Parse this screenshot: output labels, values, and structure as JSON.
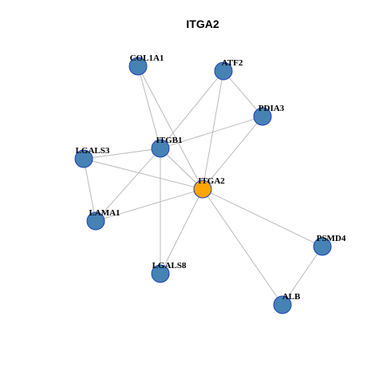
{
  "title": "ITGA2",
  "colors": {
    "background": "#ffffff",
    "node_default": "#4682b4",
    "node_highlight": "#ffa500",
    "node_border": "#1f3fb8",
    "edge": "#b3b3b3"
  },
  "network": {
    "nodes": [
      {
        "id": "COL1A1",
        "label": "COL1A1",
        "highlight": false
      },
      {
        "id": "ATF2",
        "label": "ATF2",
        "highlight": false
      },
      {
        "id": "PDIA3",
        "label": "PDIA3",
        "highlight": false
      },
      {
        "id": "ITGB1",
        "label": "ITGB1",
        "highlight": false
      },
      {
        "id": "LGALS3",
        "label": "LGALS3",
        "highlight": false
      },
      {
        "id": "ITGA2",
        "label": "ITGA2",
        "highlight": true
      },
      {
        "id": "LAMA1",
        "label": "LAMA1",
        "highlight": false
      },
      {
        "id": "PSMD4",
        "label": "PSMD4",
        "highlight": false
      },
      {
        "id": "LGALS8",
        "label": "LGALS8",
        "highlight": false
      },
      {
        "id": "ALB",
        "label": "ALB",
        "highlight": false
      }
    ],
    "edges": [
      [
        "COL1A1",
        "ITGB1"
      ],
      [
        "COL1A1",
        "ITGA2"
      ],
      [
        "ATF2",
        "ITGB1"
      ],
      [
        "ATF2",
        "ITGA2"
      ],
      [
        "ATF2",
        "PDIA3"
      ],
      [
        "PDIA3",
        "ITGB1"
      ],
      [
        "PDIA3",
        "ITGA2"
      ],
      [
        "LGALS3",
        "ITGB1"
      ],
      [
        "LGALS3",
        "ITGA2"
      ],
      [
        "LGALS3",
        "LAMA1"
      ],
      [
        "ITGB1",
        "LAMA1"
      ],
      [
        "ITGB1",
        "ITGA2"
      ],
      [
        "ITGB1",
        "LGALS8"
      ],
      [
        "ITGA2",
        "LAMA1"
      ],
      [
        "ITGA2",
        "LGALS8"
      ],
      [
        "ITGA2",
        "PSMD4"
      ],
      [
        "ITGA2",
        "ALB"
      ],
      [
        "PSMD4",
        "ALB"
      ]
    ]
  }
}
